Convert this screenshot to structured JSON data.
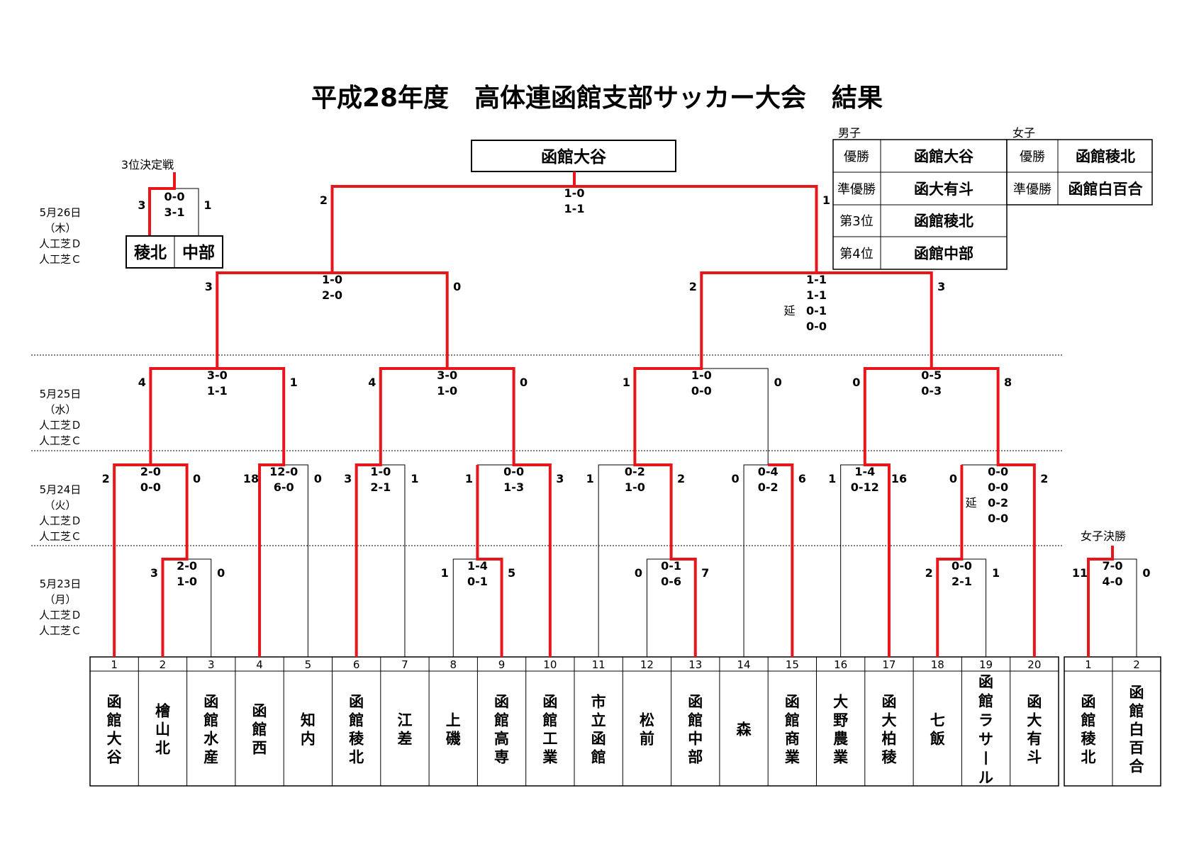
{
  "title": "平成28年度　高体連函館支部サッカー大会　結果",
  "champion": "函館大谷",
  "dates": [
    {
      "date": "5月26日",
      "weekday": "（木）",
      "f1": "人工芝Ｄ",
      "f2": "人工芝Ｃ"
    },
    {
      "date": "5月25日",
      "weekday": "（水）",
      "f1": "人工芝Ｄ",
      "f2": "人工芝Ｃ"
    },
    {
      "date": "5月24日",
      "weekday": "（火）",
      "f1": "人工芝Ｄ",
      "f2": "人工芝Ｃ"
    },
    {
      "date": "5月23日",
      "weekday": "（月）",
      "f1": "人工芝Ｄ",
      "f2": "人工芝Ｃ"
    }
  ],
  "third_place": {
    "label": "3位決定戦",
    "left_score": "3",
    "right_score": "1",
    "halves": [
      "0-0",
      "3-1"
    ],
    "teams": [
      "稜北",
      "中部"
    ]
  },
  "results_table": {
    "men_label": "男子",
    "women_label": "女子",
    "men": [
      {
        "rank": "優勝",
        "team": "函館大谷"
      },
      {
        "rank": "準優勝",
        "team": "函大有斗"
      },
      {
        "rank": "第3位",
        "team": "函館稜北"
      },
      {
        "rank": "第4位",
        "team": "函館中部"
      }
    ],
    "women": [
      {
        "rank": "優勝",
        "team": "函館稜北"
      },
      {
        "rank": "準優勝",
        "team": "函館白百合"
      }
    ]
  },
  "women_final_label": "女子決勝",
  "extra_time_mark": "延",
  "teams": [
    {
      "num": "1",
      "name": "函館大谷"
    },
    {
      "num": "2",
      "name": "檜山北"
    },
    {
      "num": "3",
      "name": "函館水産"
    },
    {
      "num": "4",
      "name": "函館西"
    },
    {
      "num": "5",
      "name": "知内"
    },
    {
      "num": "6",
      "name": "函館稜北"
    },
    {
      "num": "7",
      "name": "江差"
    },
    {
      "num": "8",
      "name": "上磯"
    },
    {
      "num": "9",
      "name": "函館高専"
    },
    {
      "num": "10",
      "name": "函館工業"
    },
    {
      "num": "11",
      "name": "市立函館"
    },
    {
      "num": "12",
      "name": "松前"
    },
    {
      "num": "13",
      "name": "函館中部"
    },
    {
      "num": "14",
      "name": "森"
    },
    {
      "num": "15",
      "name": "函館商業"
    },
    {
      "num": "16",
      "name": "大野農業"
    },
    {
      "num": "17",
      "name": "函大柏稜"
    },
    {
      "num": "18",
      "name": "七飯"
    },
    {
      "num": "19",
      "name": "函館ラサール"
    },
    {
      "num": "20",
      "name": "函大有斗"
    }
  ],
  "women_teams": [
    {
      "num": "1",
      "name": "函館稜北"
    },
    {
      "num": "2",
      "name": "函館白百合"
    }
  ],
  "matches": [
    {
      "id": "r1-2-3",
      "round": "5月23日",
      "left": "3",
      "right": "0",
      "halves": [
        "2-0",
        "1-0"
      ],
      "winner": "left"
    },
    {
      "id": "r1-8-9",
      "round": "5月23日",
      "left": "1",
      "right": "5",
      "halves": [
        "1-4",
        "0-1"
      ],
      "winner": "right"
    },
    {
      "id": "r1-12-13",
      "round": "5月23日",
      "left": "0",
      "right": "7",
      "halves": [
        "0-1",
        "0-6"
      ],
      "winner": "right"
    },
    {
      "id": "r1-18-19",
      "round": "5月23日",
      "left": "2",
      "right": "1",
      "halves": [
        "0-0",
        "2-1"
      ],
      "winner": "left"
    },
    {
      "id": "r2-1",
      "round": "5月24日",
      "left": "2",
      "right": "0",
      "halves": [
        "2-0",
        "0-0"
      ],
      "winner": "left"
    },
    {
      "id": "r2-4-5",
      "round": "5月24日",
      "left": "18",
      "right": "0",
      "halves": [
        "12-0",
        "6-0"
      ],
      "winner": "left"
    },
    {
      "id": "r2-6-7",
      "round": "5月24日",
      "left": "3",
      "right": "1",
      "halves": [
        "1-0",
        "2-1"
      ],
      "winner": "left"
    },
    {
      "id": "r2-9-10",
      "round": "5月24日",
      "left": "1",
      "right": "3",
      "halves": [
        "0-0",
        "1-3"
      ],
      "winner": "right"
    },
    {
      "id": "r2-11-13",
      "round": "5月24日",
      "left": "1",
      "right": "2",
      "halves": [
        "0-2",
        "1-0"
      ],
      "winner": "right"
    },
    {
      "id": "r2-14-15",
      "round": "5月24日",
      "left": "0",
      "right": "6",
      "halves": [
        "0-4",
        "0-2"
      ],
      "winner": "right"
    },
    {
      "id": "r2-16-17",
      "round": "5月24日",
      "left": "1",
      "right": "16",
      "halves": [
        "1-4",
        "0-12"
      ],
      "winner": "right"
    },
    {
      "id": "r2-18-20",
      "round": "5月24日",
      "left": "0",
      "right": "2",
      "halves": [
        "0-0",
        "0-0",
        "0-2",
        "0-0"
      ],
      "extra": true,
      "winner": "right"
    },
    {
      "id": "qf-1",
      "round": "5月25日",
      "left": "4",
      "right": "1",
      "halves": [
        "3-0",
        "1-1"
      ],
      "winner": "left"
    },
    {
      "id": "qf-2",
      "round": "5月25日",
      "left": "4",
      "right": "0",
      "halves": [
        "3-0",
        "1-0"
      ],
      "winner": "left"
    },
    {
      "id": "qf-3",
      "round": "5月25日",
      "left": "1",
      "right": "0",
      "halves": [
        "1-0",
        "0-0"
      ],
      "winner": "left"
    },
    {
      "id": "qf-4",
      "round": "5月25日",
      "left": "0",
      "right": "8",
      "halves": [
        "0-5",
        "0-3"
      ],
      "winner": "right"
    },
    {
      "id": "sf-1",
      "round": "5月26日",
      "left": "3",
      "right": "0",
      "halves": [
        "1-0",
        "2-0"
      ],
      "winner": "left"
    },
    {
      "id": "sf-2",
      "round": "5月26日",
      "left": "2",
      "right": "3",
      "halves": [
        "1-1",
        "1-1",
        "0-1",
        "0-0"
      ],
      "extra": true,
      "winner": "right"
    },
    {
      "id": "final",
      "round": "5月26日",
      "left": "2",
      "right": "1",
      "halves": [
        "1-0",
        "1-1"
      ],
      "winner": "left"
    },
    {
      "id": "women-final",
      "round": "5月23日",
      "left": "11",
      "right": "0",
      "halves": [
        "7-0",
        "4-0"
      ],
      "winner": "left"
    }
  ],
  "colors": {
    "winner_line": "#e8151b",
    "line": "#000000"
  }
}
